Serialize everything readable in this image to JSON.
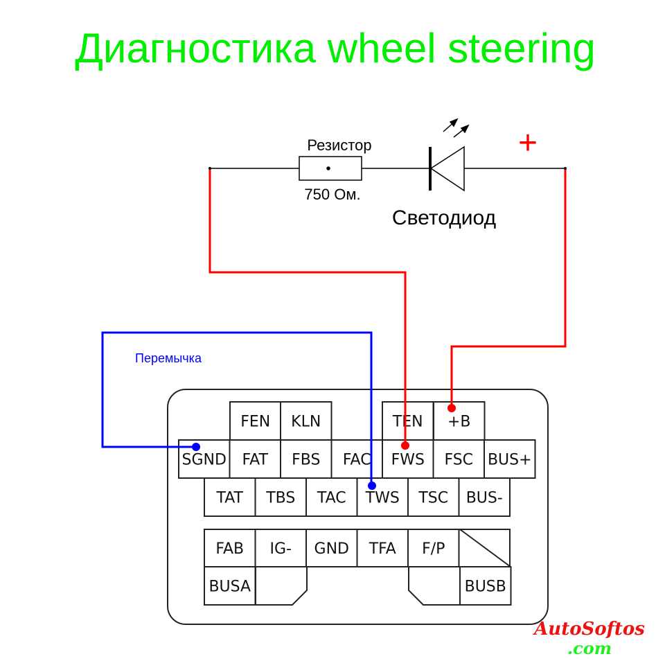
{
  "title": "Диагностика  wheel steering",
  "circuit": {
    "resistor_label": "Резистор",
    "resistor_value": "750 Ом.",
    "led_label": "Светодиод",
    "plus_sign": "+",
    "jumper_label": "Перемычка"
  },
  "connector": {
    "row1": [
      "FEN",
      "KLN",
      "TEN",
      "+B"
    ],
    "row2": [
      "SGND",
      "FAT",
      "FBS",
      "FAC",
      "FWS",
      "FSC",
      "BUS+"
    ],
    "row3": [
      "TAT",
      "TBS",
      "TAC",
      "TWS",
      "TSC",
      "BUS-"
    ],
    "row4": [
      "FAB",
      "IG-",
      "GND",
      "TFA",
      "F/P"
    ],
    "row5": [
      "BUSA",
      "BUSB"
    ]
  },
  "watermark": {
    "name": "AutoSoftos",
    "domain": ".com"
  },
  "colors": {
    "title": "#00ee00",
    "red_wire": "#ff0000",
    "blue_wire": "#0000ff",
    "watermark_red": "#ee1111",
    "watermark_green": "#22ee22"
  }
}
